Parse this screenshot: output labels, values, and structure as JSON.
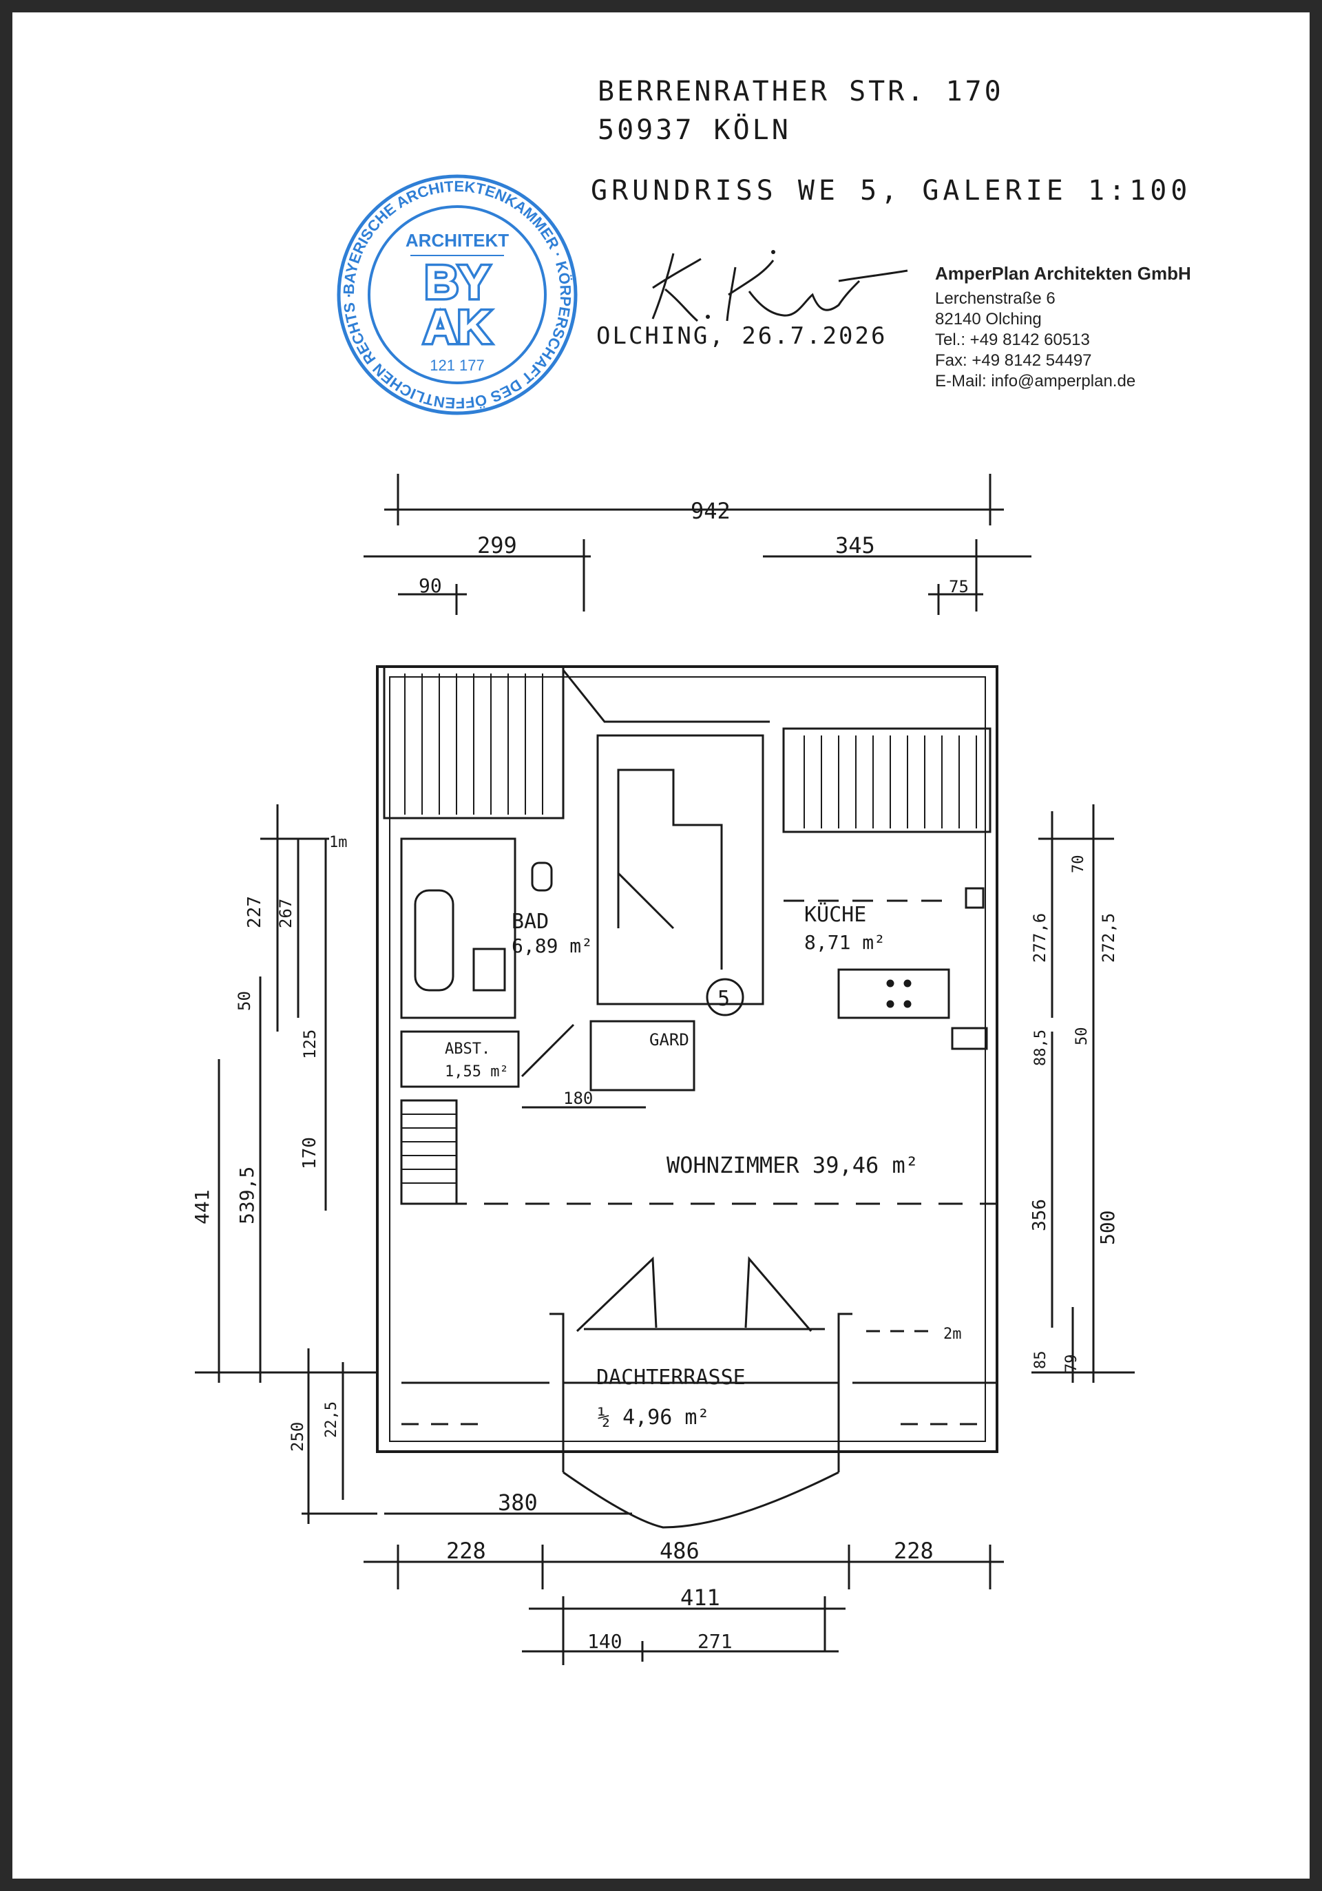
{
  "header": {
    "address_line1": "BERRENRATHER STR. 170",
    "address_line2": "50937 KÖLN",
    "plan_title": "GRUNDRISS WE 5, GALERIE 1:100",
    "place_date": "OLCHING, 26.7.2026"
  },
  "stamp": {
    "color": "#2f7fd6",
    "ring_text": "BAYERISCHE ARCHITEKTENKAMMER · KÖRPERSCHAFT DES ÖFFENTLICHEN RECHTS ·",
    "title": "ARCHITEKT",
    "logo_top": "BY",
    "logo_bottom": "AK",
    "number": "121 177"
  },
  "company": {
    "name": "AmperPlan Architekten GmbH",
    "street": "Lerchenstraße 6",
    "city": "82140 Olching",
    "tel": "Tel.: +49 8142 60513",
    "fax": "Fax: +49 8142 54497",
    "email": "E-Mail: info@amperplan.de"
  },
  "rooms": {
    "bad": "BAD",
    "bad_area": "6,89 m²",
    "kueche": "KÜCHE",
    "kueche_area": "8,71 m²",
    "abst": "ABST.",
    "abst_area": "1,55 m²",
    "gard": "GARD.",
    "wohnzimmer": "WOHNZIMMER 39,46 m²",
    "terrasse": "DACHTERRASSE",
    "terrasse_area": "½ 4,96 m²",
    "unit_no": "5"
  },
  "dims": {
    "top_total": "942",
    "top_left": "299",
    "top_right": "345",
    "top_left_small": "90",
    "top_right_small": "75",
    "bottom_380": "380",
    "bottom_228_left": "228",
    "bottom_486": "486",
    "bottom_228_right": "228",
    "bottom_411": "411",
    "bottom_140": "140",
    "bottom_271": "271",
    "inner_180": "180",
    "left_227": "227",
    "left_267": "267",
    "left_50": "50",
    "left_125": "125",
    "left_170": "170",
    "left_441": "441",
    "left_5395": "539,5",
    "left_250": "250",
    "left_225": "22,5",
    "right_70": "70",
    "right_2776": "277,6",
    "right_2725": "272,5",
    "right_50": "50",
    "right_885": "88,5",
    "right_356": "356",
    "right_500": "500",
    "right_85": "85",
    "right_79": "79",
    "height_1m": "1m",
    "height_2m": "2m"
  }
}
